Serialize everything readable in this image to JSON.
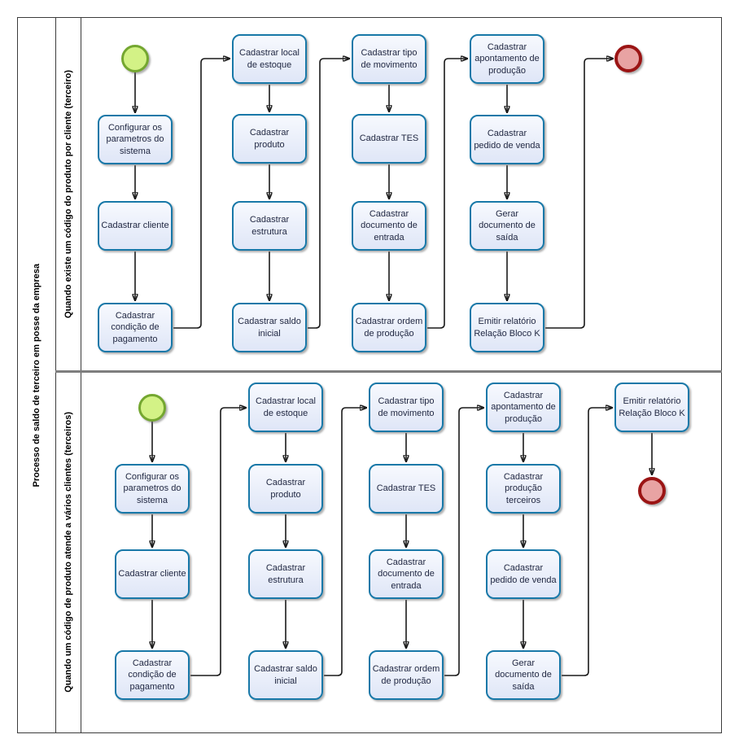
{
  "pool": {
    "title": "Processo de saldo de terceiro em posse da empresa"
  },
  "lane1": {
    "label": "Quando existe um código do produto por cliente (terceiro)",
    "tasks": [
      "Configurar os parametros do sistema",
      "Cadastrar cliente",
      "Cadastrar condição de pagamento",
      "Cadastrar local de estoque",
      "Cadastrar produto",
      "Cadastrar estrutura",
      "Cadastrar saldo inicial",
      "Cadastrar tipo de movimento",
      "Cadastrar TES",
      "Cadastrar documento de entrada",
      "Cadastrar ordem de produção",
      "Cadastrar apontamento de produção",
      "Cadastrar pedido de venda",
      "Gerar documento de saída",
      "Emitir relatório Relação Bloco K"
    ]
  },
  "lane2": {
    "label": "Quando um código de produto atende a vários clientes (terceiros)",
    "tasks": [
      "Configurar os parametros do sistema",
      "Cadastrar cliente",
      "Cadastrar condição de pagamento",
      "Cadastrar local de estoque",
      "Cadastrar produto",
      "Cadastrar estrutura",
      "Cadastrar saldo inicial",
      "Cadastrar tipo de movimento",
      "Cadastrar TES",
      "Cadastrar documento de entrada",
      "Cadastrar ordem de produção",
      "Cadastrar apontamento de produção",
      "Cadastrar produção terceiros",
      "Cadastrar pedido de venda",
      "Gerar documento de saída",
      "Emitir relatório Relação Bloco K"
    ]
  },
  "colors": {
    "task_border": "#1878a8",
    "task_fill_top": "#f7f9fe",
    "task_fill_bottom": "#dfe6f7",
    "start_event_fill": "#d3f286",
    "start_event_border": "#74a730",
    "end_event_fill": "#e8a3a3",
    "end_event_border": "#9b1414",
    "lane_divider": "#7e7e7e",
    "connector": "#1a1a1a"
  }
}
